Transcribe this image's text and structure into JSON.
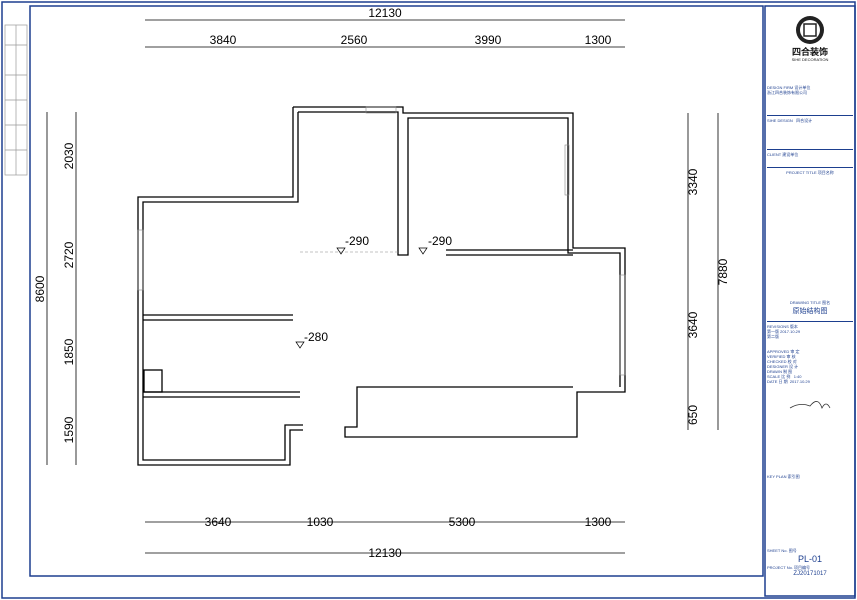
{
  "dimensions": {
    "top_total": "12130",
    "top": [
      "3840",
      "2560",
      "3990",
      "1300"
    ],
    "bottom_total": "12130",
    "bottom": [
      "3640",
      "1030",
      "5300",
      "1300"
    ],
    "left_total": "8600",
    "left": [
      "2030",
      "2720",
      "1850",
      "1590"
    ],
    "right_total": "7880",
    "right": [
      "3340",
      "3640",
      "650"
    ]
  },
  "levels": [
    "-290",
    "-290",
    "-280"
  ],
  "title_block": {
    "brand": "四合装饰",
    "brand_en": "SIHE DECORATION",
    "design_firm": "DESIGN FIRM  设计单位",
    "firm_name": "浙江四合装饰有限公司",
    "site_design": "SIHE DESIGN",
    "site_design_cn": "四合设计",
    "client": "CLIENT  建设单位",
    "project_title": "PROJECT TITLE  项目名称",
    "drawing_title_label": "DRAWING TITLE  图名",
    "drawing_title": "原始结构图",
    "revisions": "REVISIONS  版本",
    "rev1": "第一版  2017.10.29",
    "rev2": "第二版",
    "approved": "APPROVED 审 定",
    "verified": "VERIFIED 审 核",
    "checked": "CHECKED 校 对",
    "designer": "DESIGNER 设 计",
    "drawn": "DRAWN 制 图",
    "scale": "SCALE 比 例",
    "scale_value": "1:40",
    "date": "DATE 日 期",
    "date_value": "2017.10.29",
    "key_plan": "KEY PLAN  索引图",
    "sheet_no": "SHEET No.  图号",
    "sheet": "PL-01",
    "project_no": "PROJECT No.  项目编号",
    "project_no_value": "ZJ20171017"
  }
}
